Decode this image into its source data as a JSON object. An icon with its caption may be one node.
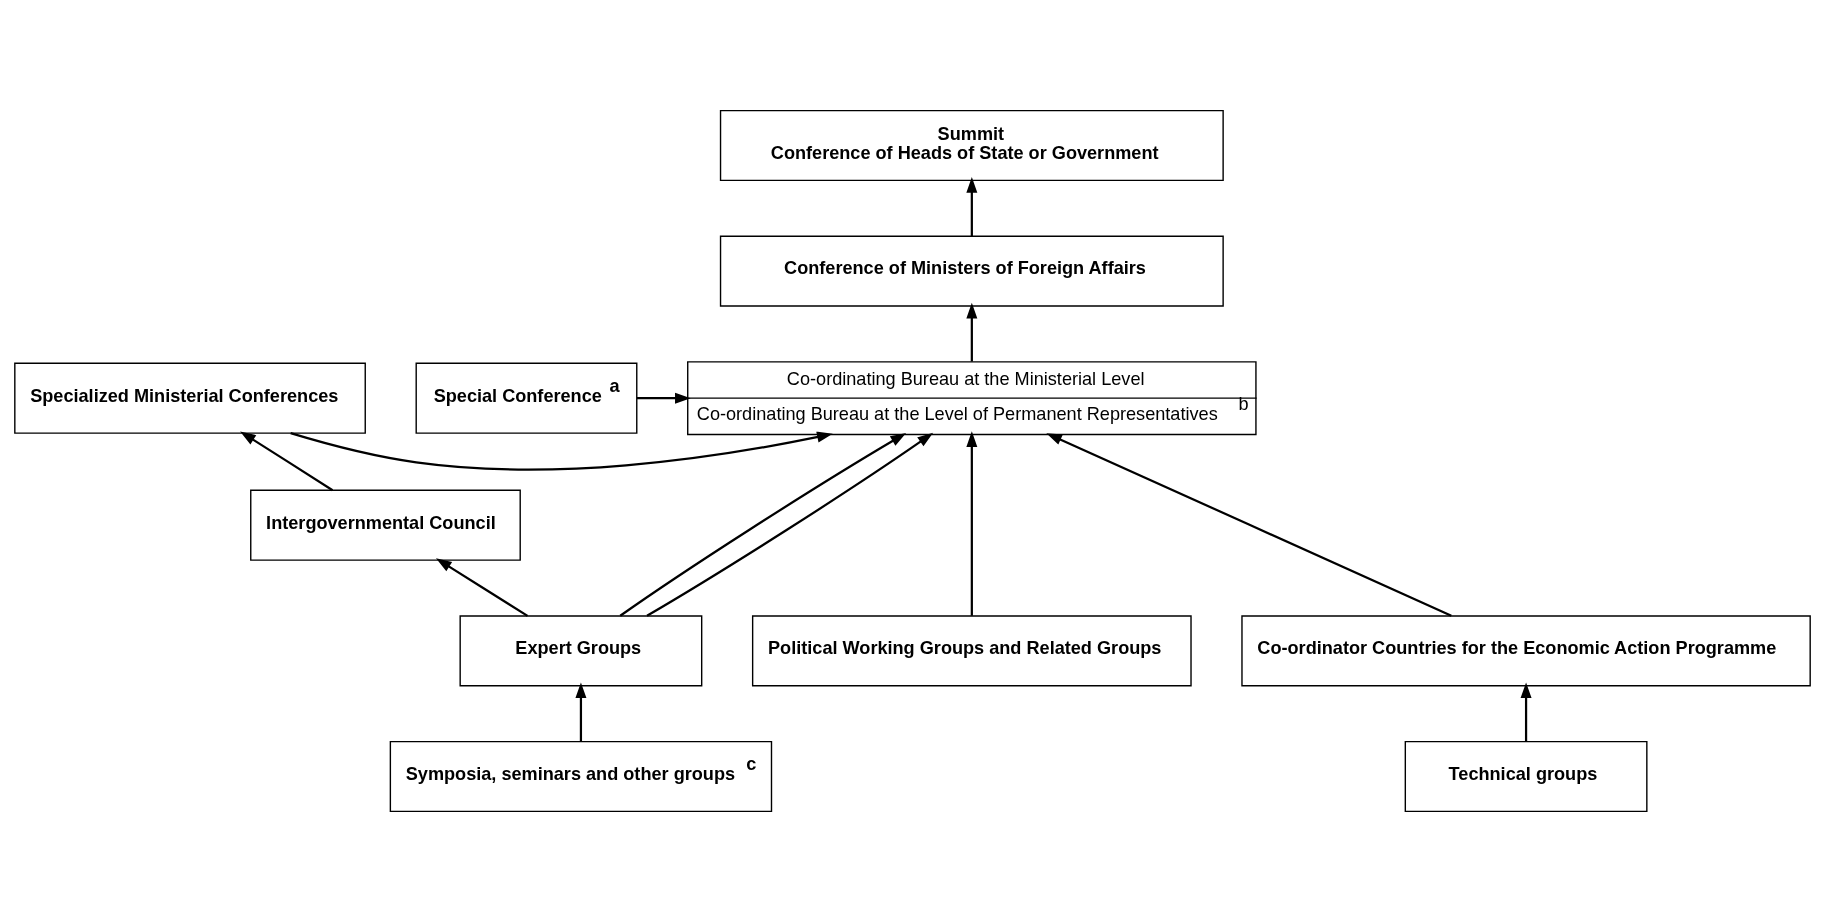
{
  "diagram": {
    "nodes": [
      {
        "text": [
          "Summit",
          "Conference of Heads of State or Government"
        ]
      },
      {
        "text": [
          "Conference of Ministers of Foreign Affairs"
        ]
      },
      {
        "text": [
          "Special Conference$^{a}$"
        ]
      },
      {
        "text": [
          "Co-ordinating Bureau at the Ministerial Level",
          "Co-ordinating Bureau at the Level of Permanent Representatives$^{b}$"
        ]
      },
      {
        "text": [
          "Specialized Ministerial Conferences"
        ]
      },
      {
        "text": [
          "Intergovernmental Council"
        ]
      },
      {
        "text": [
          "Political Working Groups and Related Groups"
        ]
      },
      {
        "text": [
          "Co-ordinator Countries for the Economic Action Programme"
        ]
      },
      {
        "text": [
          "Expert Groups"
        ]
      },
      {
        "text": [
          "Technical groups"
        ]
      },
      {
        "text": [
          "Symposia, seminars and other groups$^{c}$"
        ]
      }
    ],
    "edges": [
      {
        "from": 1,
        "to": 0,
        "arrow": "to"
      },
      {
        "from": 3,
        "to": 1,
        "arrow": "to"
      },
      {
        "from": 2,
        "to": 3,
        "arrow": "to"
      },
      {
        "from": 6,
        "to": 3,
        "arrow": "to"
      },
      {
        "from": 4,
        "to": 3,
        "arrow": "to"
      },
      {
        "from": 7,
        "to": 3,
        "arrow": "to"
      },
      {
        "from": 8,
        "to": 3,
        "arrow": "to"
      },
      {
        "from": 8,
        "to": 3,
        "arrow": "to"
      },
      {
        "from": 8,
        "to": 5,
        "arrow": "to"
      },
      {
        "from": 5,
        "to": 4,
        "arrow": "to"
      },
      {
        "from": 9,
        "to": 7,
        "arrow": "to"
      },
      {
        "from": 10,
        "to": 8,
        "arrow": "to"
      }
    ]
  }
}
